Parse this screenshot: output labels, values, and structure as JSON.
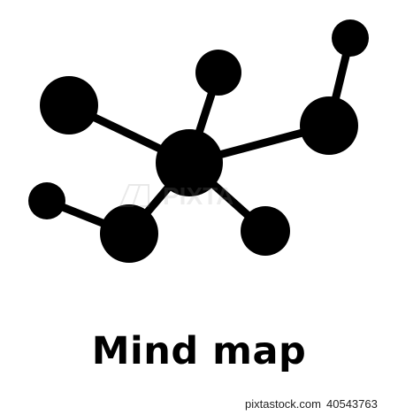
{
  "title": "Mind map",
  "footer": {
    "site": "pixtastock.com",
    "image_number": "40543763"
  },
  "watermark": "PIXTA",
  "icon": {
    "name": "mind-map-icon",
    "color": "#000000"
  }
}
